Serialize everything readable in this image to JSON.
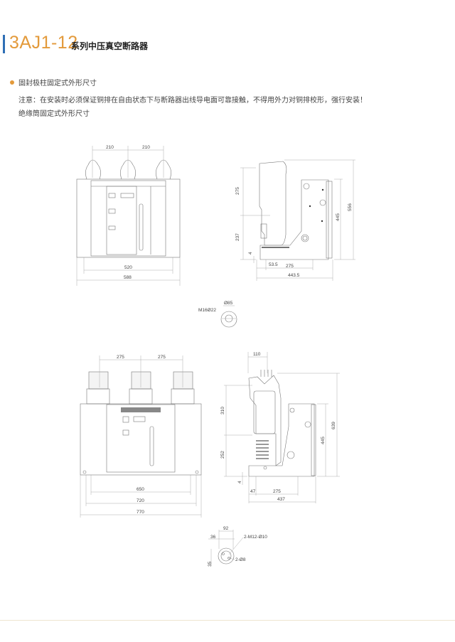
{
  "header": {
    "model": "3AJ1-12",
    "subtitle": "系列中压真空断路器"
  },
  "sections": {
    "section1_title": "固封极柱固定式外形尺寸",
    "note": "注意：在安装时必须保证铜排在自由状态下与断路器出线导电面可靠接触，不得用外力对铜排校形，强行安装！",
    "section2_title": "绝缘筒固定式外形尺寸"
  },
  "drawing1": {
    "front": {
      "pitch1": "210",
      "pitch2": "210",
      "width_inner": "520",
      "width_outer": "588"
    },
    "side": {
      "h_upper": "275",
      "h_lower": "237",
      "h_base": "4",
      "h_total": "556",
      "h_box": "445",
      "d_front": "53.5",
      "d_mid": "275",
      "d_total": "443.5"
    },
    "terminal": {
      "dia": "Ø85",
      "thread": "M16Ø22"
    }
  },
  "drawing2": {
    "front": {
      "pitch1": "275",
      "pitch2": "275",
      "width_a": "650",
      "width_b": "720",
      "width_c": "770"
    },
    "side": {
      "w_top": "110",
      "h_upper": "310",
      "h_lower": "252",
      "h_base": "4",
      "h_total": "639",
      "h_box": "445",
      "d_front": "47",
      "d_mid": "275",
      "d_total": "437"
    },
    "terminal": {
      "w": "92",
      "offset": "36",
      "holes": "2-M12-Ø10",
      "pins": "2-Ø8",
      "v": "35"
    }
  }
}
